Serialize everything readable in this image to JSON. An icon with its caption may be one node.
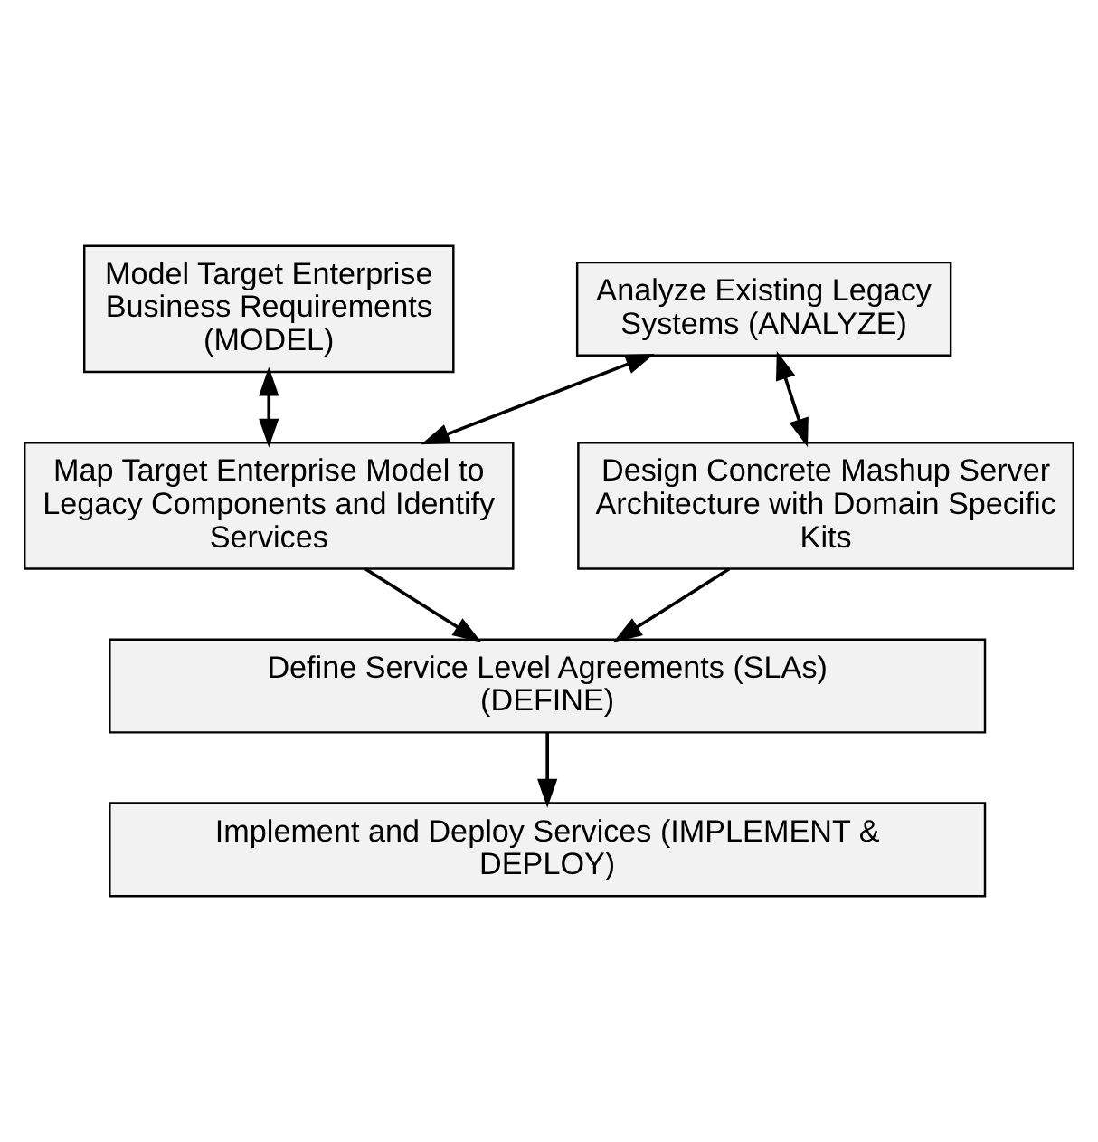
{
  "diagram": {
    "nodes": [
      {
        "text": [
          "Model Target Enterprise Business Requirements (MODEL)"
        ]
      },
      {
        "text": [
          "Analyze Existing Legacy Systems (ANALYZE)"
        ]
      },
      {
        "text": [
          "Map Target Enterprise Model to Legacy Components and Identify Services"
        ]
      },
      {
        "text": [
          "Design Concrete Mashup Server Architecture with Domain Specific Kits"
        ]
      },
      {
        "text": [
          "Define Service Level Agreements (SLAs) (DEFINE)"
        ]
      },
      {
        "text": [
          "Implement and Deploy Services (IMPLEMENT & DEPLOY)"
        ]
      }
    ],
    "edges": [
      {
        "from": 0,
        "to": 2,
        "arrow": "both"
      },
      {
        "from": 1,
        "to": 2,
        "arrow": "both"
      },
      {
        "from": 1,
        "to": 3,
        "arrow": "both"
      },
      {
        "from": 2,
        "to": 4,
        "arrow": "to"
      },
      {
        "from": 3,
        "to": 4,
        "arrow": "to"
      },
      {
        "from": 4,
        "to": 5,
        "arrow": "to"
      }
    ]
  }
}
